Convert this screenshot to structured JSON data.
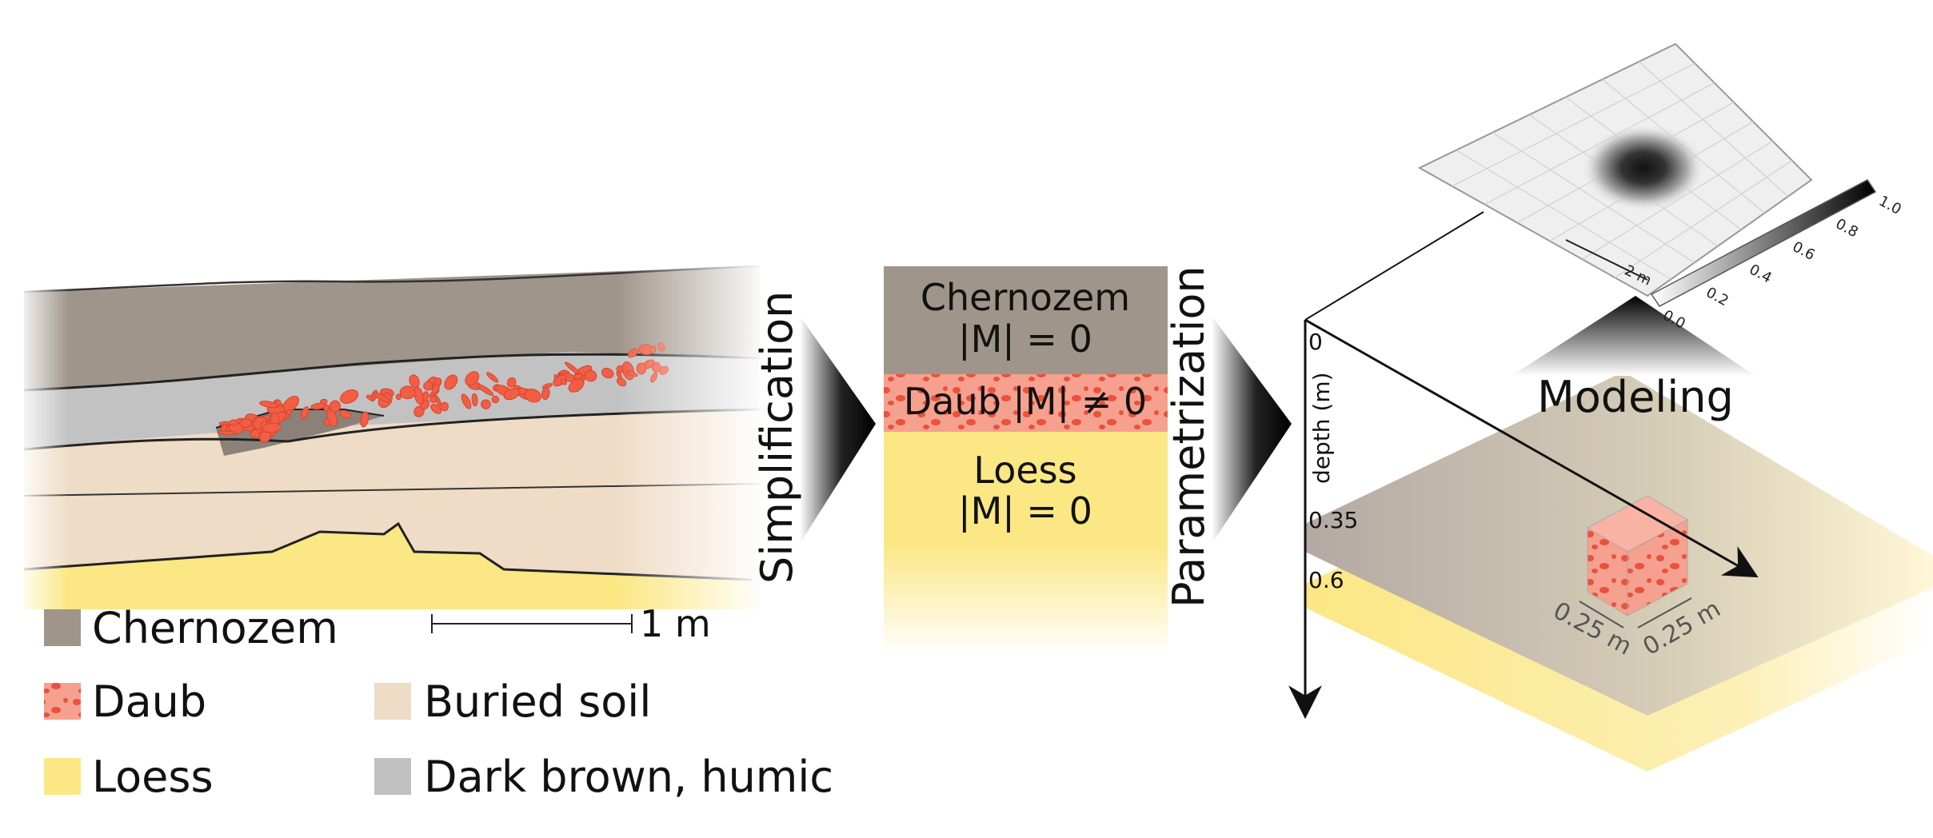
{
  "steps": {
    "simplification": "Simplification",
    "parametrization": "Parametrization",
    "modeling": "Modeling"
  },
  "profile": {
    "scale_label": "1 m"
  },
  "legend": [
    {
      "label": "Chernozem",
      "color": "#a0958a"
    },
    {
      "label": "Daub",
      "color": "#f6a08f",
      "fleck": "#f25d43"
    },
    {
      "label": "Loess",
      "color": "#fbe784"
    },
    {
      "label": "Buried soil",
      "color": "#efdcc6"
    },
    {
      "label": "Dark brown, humic",
      "color": "#c0c0c0"
    }
  ],
  "column": {
    "chernozem_name": "Chernozem",
    "chernozem_m": "|M| = 0",
    "daub_text": "Daub |M| ≠ 0",
    "loess_name": "Loess",
    "loess_m": "|M| = 0"
  },
  "block": {
    "depth_axis_label": "depth (m)",
    "depth_ticks": [
      "0",
      "0.35",
      "0.6"
    ],
    "dim_x": "0.25 m",
    "dim_y": "0.25 m"
  },
  "map": {
    "scale_label": "2 m",
    "colorbar_ticks": [
      "0.0",
      "0.2",
      "0.4",
      "0.6",
      "0.8",
      "1.0"
    ]
  }
}
